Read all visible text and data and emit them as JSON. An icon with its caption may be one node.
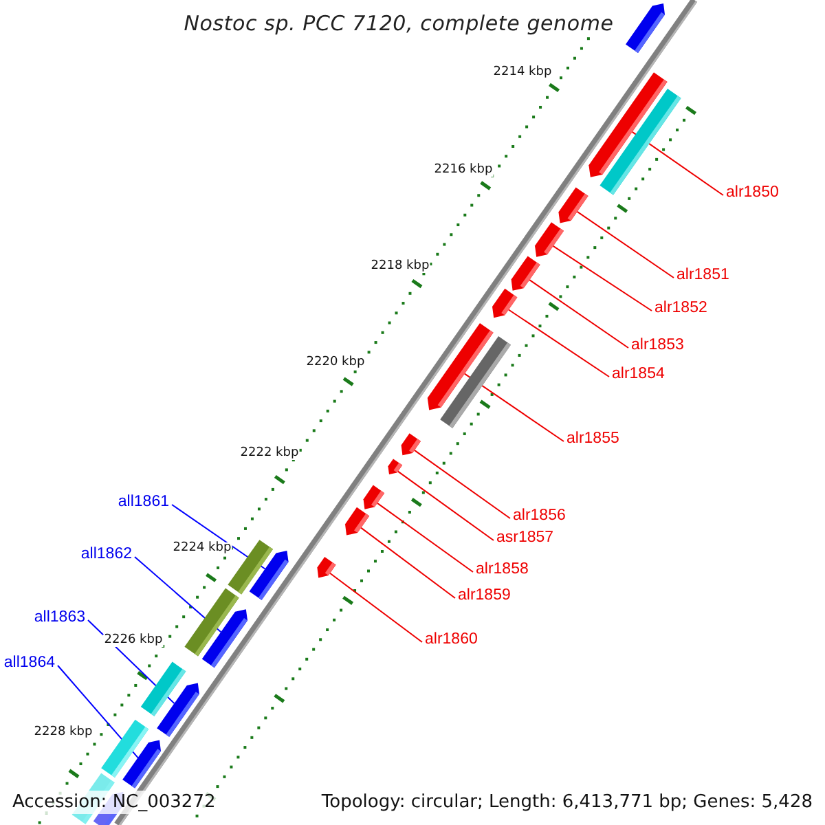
{
  "diagram": {
    "title": "Nostoc sp. PCC 7120, complete genome",
    "nodes": [
      {
        "text": [
          "alr1850"
        ]
      },
      {
        "text": [
          "alr1851"
        ]
      },
      {
        "text": [
          "alr1852"
        ]
      },
      {
        "text": [
          "alr1853"
        ]
      },
      {
        "text": [
          "alr1854"
        ]
      },
      {
        "text": [
          "alr1855"
        ]
      },
      {
        "text": [
          "all1861"
        ]
      },
      {
        "text": [
          "alr1856"
        ]
      },
      {
        "text": [
          "asr1857"
        ]
      },
      {
        "text": [
          "all1862"
        ]
      },
      {
        "text": [
          "alr1858"
        ]
      },
      {
        "text": [
          "alr1859"
        ]
      },
      {
        "text": [
          "all1863"
        ]
      },
      {
        "text": [
          "alr1860"
        ]
      },
      {
        "text": [
          "all1864"
        ]
      },
      {
        "text": [],
        "shape": "arrow"
      },
      {
        "text": [],
        "shape": "arrow"
      },
      {
        "text": [],
        "shape": "arrow"
      },
      {
        "text": [],
        "shape": "arrow"
      },
      {
        "text": [],
        "shape": "arrow"
      },
      {
        "text": [],
        "shape": "arrow"
      },
      {
        "text": [],
        "shape": "arrow"
      },
      {
        "text": [],
        "shape": "arrow"
      },
      {
        "text": [],
        "shape": "arrow"
      },
      {
        "text": [],
        "shape": "arrow"
      },
      {
        "text": [],
        "shape": "arrow"
      },
      {
        "text": [],
        "shape": "arrow"
      },
      {
        "text": [],
        "shape": "arrow"
      },
      {
        "text": [],
        "shape": "arrow"
      },
      {
        "text": [],
        "shape": "arrow"
      },
      {
        "text": [],
        "shape": "arrow"
      },
      {
        "text": [],
        "shape": "bar"
      },
      {
        "text": [],
        "shape": "bar"
      },
      {
        "text": [],
        "shape": "bar"
      },
      {
        "text": [],
        "shape": "bar"
      },
      {
        "text": [],
        "shape": "bar"
      },
      {
        "text": [],
        "shape": "bar"
      },
      {
        "text": [],
        "shape": "bar"
      },
      {
        "text": [],
        "shape": "arrow"
      }
    ],
    "edges": [
      {
        "from": 0,
        "to": 15,
        "arrow": "none"
      },
      {
        "from": 1,
        "to": 16,
        "arrow": "none"
      },
      {
        "from": 2,
        "to": 17,
        "arrow": "none"
      },
      {
        "from": 3,
        "to": 18,
        "arrow": "none"
      },
      {
        "from": 4,
        "to": 19,
        "arrow": "none"
      },
      {
        "from": 5,
        "to": 20,
        "arrow": "none"
      },
      {
        "from": 7,
        "to": 21,
        "arrow": "none"
      },
      {
        "from": 8,
        "to": 22,
        "arrow": "none"
      },
      {
        "from": 10,
        "to": 23,
        "arrow": "none"
      },
      {
        "from": 11,
        "to": 24,
        "arrow": "none"
      },
      {
        "from": 13,
        "to": 25,
        "arrow": "none"
      },
      {
        "from": 6,
        "to": 26,
        "arrow": "none",
        "color": "#0000ff"
      },
      {
        "from": 9,
        "to": 27,
        "arrow": "none",
        "color": "#0000ff"
      },
      {
        "from": 12,
        "to": 28,
        "arrow": "none",
        "color": "#0000ff"
      },
      {
        "from": 14,
        "to": 29,
        "arrow": "none",
        "color": "#0000ff"
      }
    ],
    "labels": [
      "2214 kbp",
      "2216 kbp",
      "2218 kbp",
      "2220 kbp",
      "2222 kbp",
      "2224 kbp",
      "2226 kbp",
      "2228 kbp",
      "Accession: NC_003272",
      "Topology: circular; Length: 6,413,771 bp; Genes: 5,428"
    ]
  }
}
